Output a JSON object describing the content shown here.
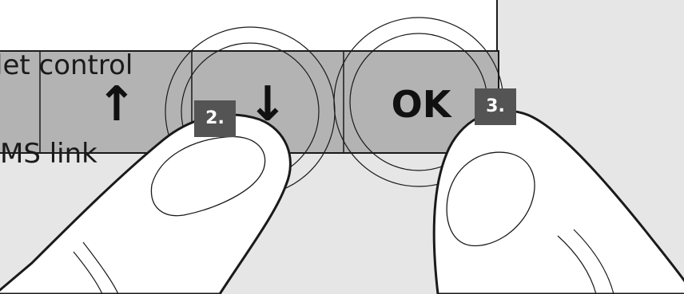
{
  "display": {
    "line1": "let control",
    "line2": "MS link"
  },
  "keys": {
    "up": "↑",
    "down": "↓",
    "ok": "OK"
  },
  "steps": {
    "press_down": "2.",
    "press_ok": "3."
  },
  "colors": {
    "background": "#e6e6e6",
    "screen": "#ffffff",
    "key_face": "#b3b3b3",
    "badge": "#545454",
    "outline": "#1a1a1a"
  }
}
